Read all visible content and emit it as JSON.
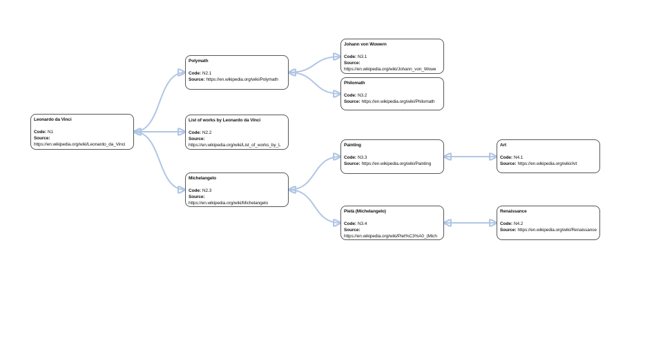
{
  "diagram": {
    "type": "mind-map-graph",
    "background_color": "#ffffff",
    "edge_color": "#b0c6e4",
    "node_border_color": "#555555",
    "node_background_color": "#ffffff",
    "labels": {
      "code": "Code:",
      "source": "Source:"
    },
    "nodes": [
      {
        "title": "Leonardo da Vinci",
        "code": "N1",
        "source": "https://en.wikipedia.org/wiki/Leonardo_da_Vinci"
      },
      {
        "title": "Polymath",
        "code": "N2.1",
        "source": "https://en.wikipedia.org/wiki/Polymath"
      },
      {
        "title": "List of works by Leonardo da Vinci",
        "code": "N2.2",
        "source": "https://en.wikipedia.org/wiki/List_of_works_by_L"
      },
      {
        "title": "Michelangelo",
        "code": "N2.3",
        "source": "https://en.wikipedia.org/wiki/Michelangelo"
      },
      {
        "title": "Johann von Wowern",
        "code": "N3.1",
        "source": "https://en.wikipedia.org/wiki/Johann_von_Wowe"
      },
      {
        "title": "Philomath",
        "code": "N3.2",
        "source": "https://en.wikipedia.org/wiki/Philomath"
      },
      {
        "title": "Painting",
        "code": "N3.3",
        "source": "https://en.wikipedia.org/wiki/Painting"
      },
      {
        "title": "Pietà (Michelangelo)",
        "code": "N3.4",
        "source": "https://en.wikipedia.org/wiki/Piet%C3%A0_(Mich"
      },
      {
        "title": "Art",
        "code": "N4.1",
        "source": "https://en.wikipedia.org/wiki/Art"
      },
      {
        "title": "Renaissance",
        "code": "N4.2",
        "source": "https://en.wikipedia.org/wiki/Renaissance"
      }
    ],
    "edges": [
      {
        "from": "N1",
        "to": "N2.1",
        "bidirectional": true
      },
      {
        "from": "N1",
        "to": "N2.2",
        "bidirectional": true
      },
      {
        "from": "N1",
        "to": "N2.3",
        "bidirectional": true
      },
      {
        "from": "N2.1",
        "to": "N3.1",
        "bidirectional": true
      },
      {
        "from": "N2.1",
        "to": "N3.2",
        "bidirectional": true
      },
      {
        "from": "N2.3",
        "to": "N3.3",
        "bidirectional": true
      },
      {
        "from": "N2.3",
        "to": "N3.4",
        "bidirectional": true
      },
      {
        "from": "N3.3",
        "to": "N4.1",
        "bidirectional": true
      },
      {
        "from": "N3.4",
        "to": "N4.2",
        "bidirectional": true
      }
    ]
  }
}
